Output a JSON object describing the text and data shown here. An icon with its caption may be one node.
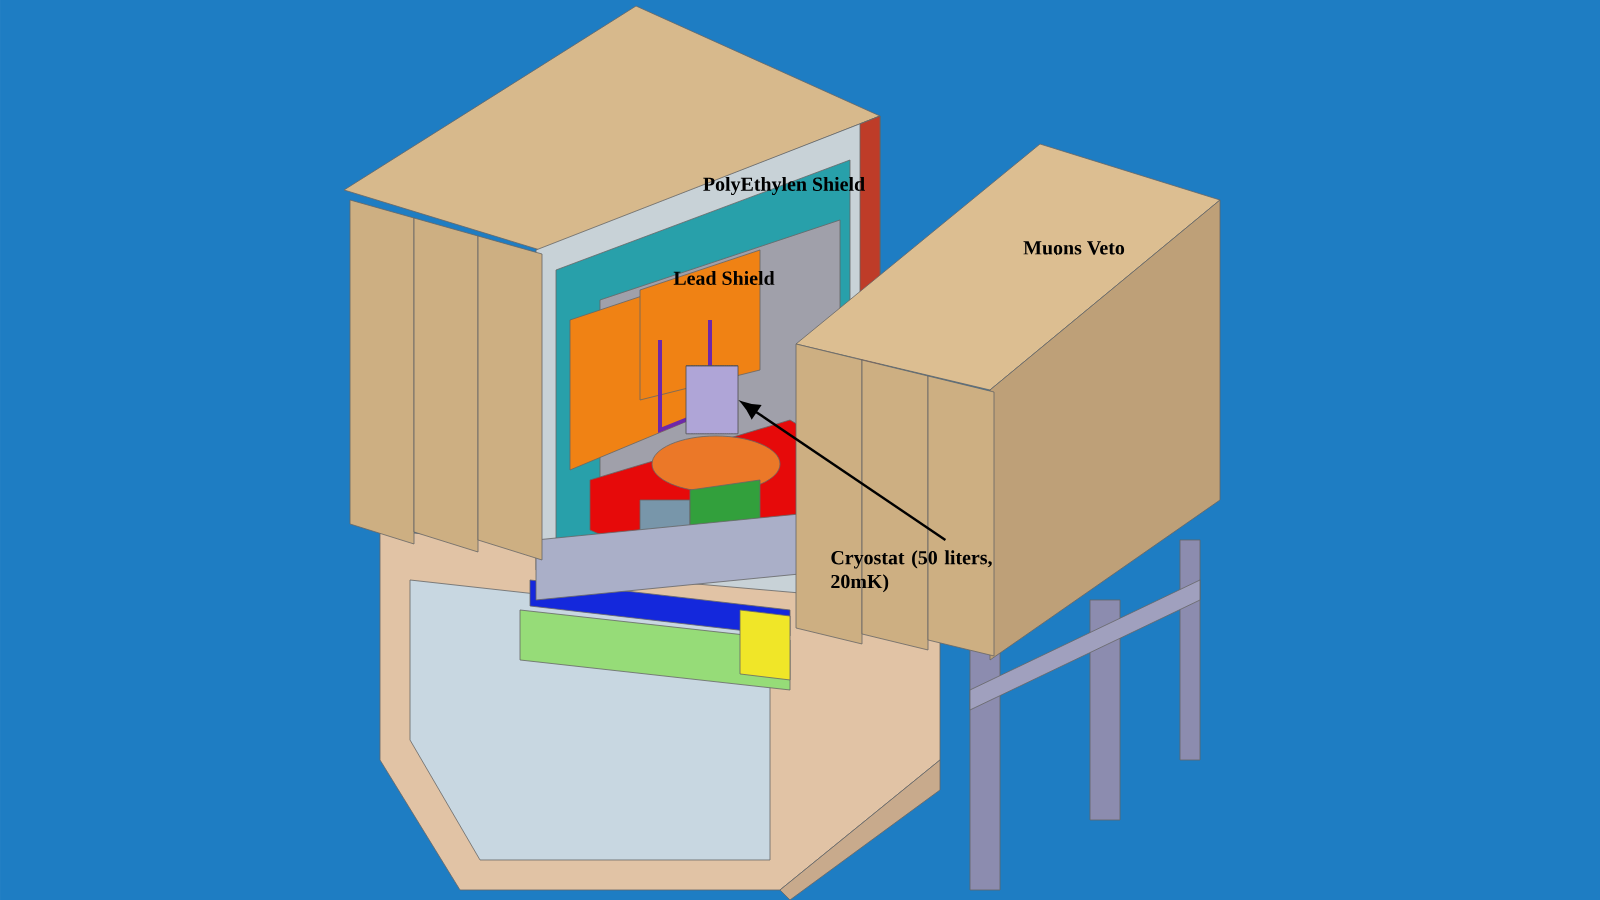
{
  "diagram": {
    "nodes": [
      {
        "text": [
          "Cryostat (50 liters, 20mK)"
        ]
      },
      {
        "text": [],
        "shape": "cylinder"
      }
    ],
    "edges": [
      {
        "from": 0,
        "to": 1,
        "arrow": "to"
      }
    ],
    "labels": [
      "PolyEthylen Shield",
      "Lead Shield",
      "Muons Veto"
    ]
  }
}
